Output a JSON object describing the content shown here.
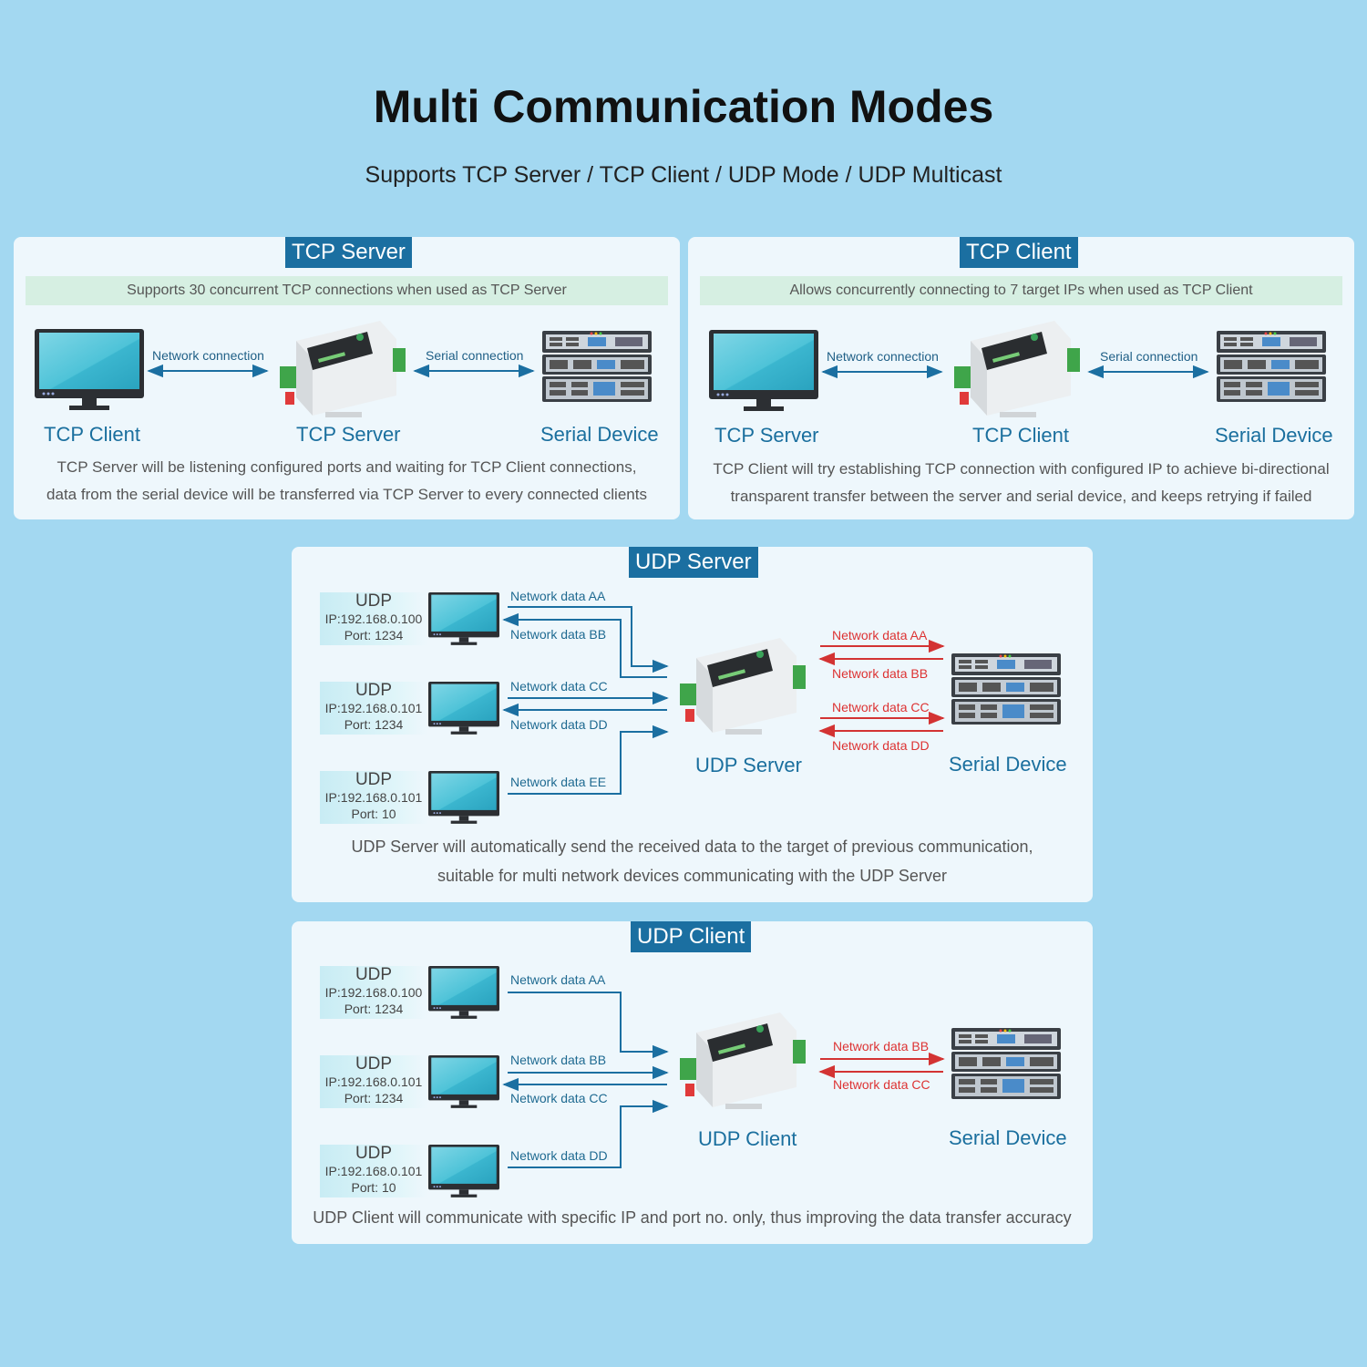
{
  "title": "Multi Communication Modes",
  "subtitle": "Supports TCP Server / TCP Client / UDP Mode / UDP Multicast",
  "tcp_server": {
    "tag": "TCP Server",
    "note": "Supports 30 concurrent TCP connections when used as TCP Server",
    "arrow_left": "Network connection",
    "arrow_right": "Serial connection",
    "left_label": "TCP Client",
    "center_label": "TCP Server",
    "right_label": "Serial Device",
    "desc_line1": "TCP Server will be listening configured ports and waiting for TCP Client connections,",
    "desc_line2": "data from the serial device will be transferred via TCP Server to every connected clients"
  },
  "tcp_client": {
    "tag": "TCP Client",
    "note": "Allows concurrently connecting to 7 target IPs when used as TCP Client",
    "arrow_left": "Network connection",
    "arrow_right": "Serial connection",
    "left_label": "TCP Server",
    "center_label": "TCP Client",
    "right_label": "Serial Device",
    "desc_line1": "TCP Client will try establishing TCP connection with configured IP to achieve bi-directional",
    "desc_line2": "transparent transfer between the server and serial device, and keeps retrying if failed"
  },
  "udp_server": {
    "tag": "UDP Server",
    "clients": [
      {
        "proto": "UDP",
        "ip": "IP:192.168.0.100",
        "port": "Port: 1234"
      },
      {
        "proto": "UDP",
        "ip": "IP:192.168.0.101",
        "port": "Port: 1234"
      },
      {
        "proto": "UDP",
        "ip": "IP:192.168.0.101",
        "port": "Port: 10"
      }
    ],
    "net_labels": [
      "Network data AA",
      "Network data BB",
      "Network data CC",
      "Network data DD",
      "Network data EE"
    ],
    "serial_labels": [
      "Network data AA",
      "Network data BB",
      "Network data CC",
      "Network data DD"
    ],
    "center_label": "UDP Server",
    "right_label": "Serial Device",
    "desc_line1": "UDP Server will automatically send the received data to the target of previous communication,",
    "desc_line2": "suitable for multi network devices communicating with the UDP Server"
  },
  "udp_client": {
    "tag": "UDP Client",
    "clients": [
      {
        "proto": "UDP",
        "ip": "IP:192.168.0.100",
        "port": "Port: 1234"
      },
      {
        "proto": "UDP",
        "ip": "IP:192.168.0.101",
        "port": "Port: 1234"
      },
      {
        "proto": "UDP",
        "ip": "IP:192.168.0.101",
        "port": "Port: 10"
      }
    ],
    "net_labels": [
      "Network data AA",
      "Network data BB",
      "Network data CC",
      "Network data DD"
    ],
    "serial_labels": [
      "Network data BB",
      "Network data CC"
    ],
    "center_label": "UDP Client",
    "right_label": "Serial Device",
    "desc_line1": "UDP Client will communicate with specific IP and port no. only, thus improving the data transfer accuracy"
  },
  "colors": {
    "background": "#a3d8f1",
    "tag": "#1b6fa1",
    "network_arrow": "#1b6fa1",
    "serial_arrow_udp": "#d33333",
    "note_bar": "#d6efe2"
  }
}
